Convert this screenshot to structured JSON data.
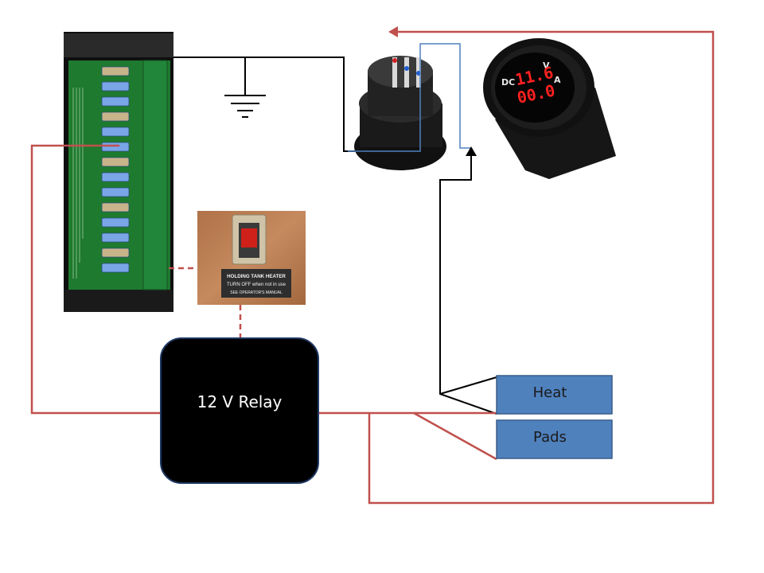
{
  "relay": {
    "label": "12 V Relay"
  },
  "heater_pads": {
    "label_1": "Heat",
    "label_2": "Pads"
  },
  "voltmeter": {
    "dc_label": "DC",
    "v_label": "V",
    "a_label": "A",
    "voltage_reading": "11.6",
    "current_reading": "00.0"
  },
  "switch_plate": {
    "line_1": "HOLDING TANK HEATER",
    "line_2": "TURN OFF when not in use",
    "line_3": "SEE OPERATOR'S MANUAL"
  },
  "colors": {
    "positive_wire": "#c0504d",
    "ground_wire": "#000000",
    "sense_wire": "#4f81bd",
    "pad_fill": "#4f81bd",
    "relay_fill": "#000000",
    "relay_border": "#1f3864",
    "fuse_board": "#1e7a2e"
  }
}
